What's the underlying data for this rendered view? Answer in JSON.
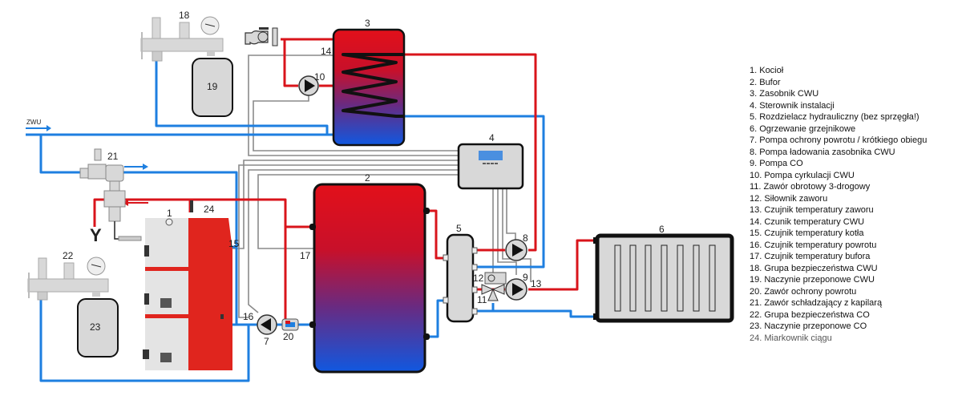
{
  "diagram": {
    "title": "Schemat instalacji kotła z buforem, zasobnikiem CWU i ogrzewaniem grzejnikowym",
    "colors": {
      "hot_pipe": "#d9141b",
      "cold_pipe": "#1e7fe0",
      "signal_wire": "#8a8a8a",
      "component_fill": "#d8d8d8",
      "outline": "#111111",
      "boiler_red": "#e0251e",
      "tank_top": "#e0101a",
      "tank_bottom": "#1155d8"
    },
    "inlet_label": "ZWU",
    "drain_symbol": "Y",
    "component_numbers": {
      "boiler": "1",
      "buffer": "2",
      "dhw_tank": "3",
      "controller": "4",
      "distributor": "5",
      "radiator": "6",
      "pump_return": "7",
      "pump_dhw": "8",
      "pump_co": "9",
      "pump_circ": "10",
      "valve_3way": "11",
      "actuator": "12",
      "sensor_valve": "13",
      "sensor_dhw": "14",
      "sensor_boiler": "15",
      "sensor_return": "16",
      "sensor_buffer": "17",
      "safety_dhw": "18",
      "exp_vessel_dhw": "19",
      "return_valve": "20",
      "cooling_valve": "21",
      "safety_co": "22",
      "exp_vessel_co": "23",
      "draft_regulator": "24"
    }
  },
  "legend": {
    "items": [
      "1. Kocioł",
      "2. Bufor",
      "3. Zasobnik CWU",
      "4. Sterownik instalacji",
      "5. Rozdzielacz hydrauliczny (bez sprzęgła!)",
      "6. Ogrzewanie grzejnikowe",
      "7. Pompa ochrony powrotu / krótkiego obiegu",
      "8. Pompa ładowania zasobnika CWU",
      "9. Pompa CO",
      "10. Pompa cyrkulacji CWU",
      "11. Zawór obrotowy 3-drogowy",
      "12. Siłownik zaworu",
      "13. Czujnik temperatury zaworu",
      "14. Czunik temperatury CWU",
      "15. Czujnik temperatury kotła",
      "16. Czujnik temperatury powrotu",
      "17. Czujnik temperatury bufora",
      "18. Grupa bezpieczeństwa CWU",
      "19. Naczynie przeponowe CWU",
      "20. Zawór ochrony powrotu",
      "21. Zawór schładzający z kapilarą",
      "22. Grupa bezpieczeństwa CO",
      "23. Naczynie przeponowe CO",
      "24. Miarkownik ciągu"
    ]
  }
}
